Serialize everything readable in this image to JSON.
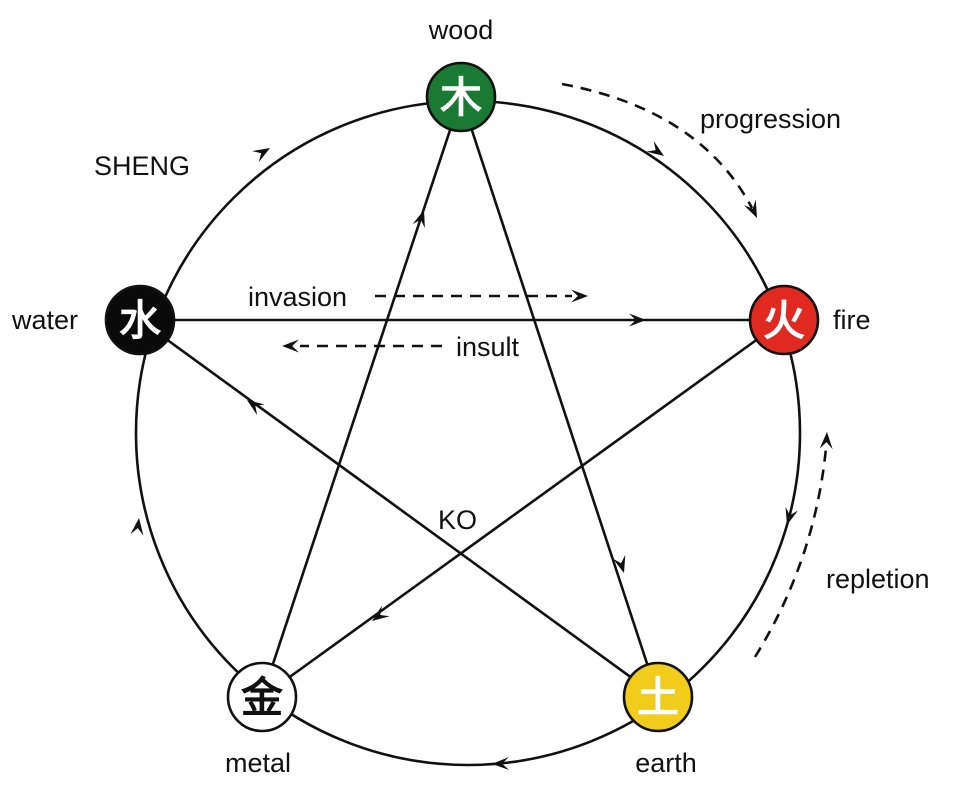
{
  "diagram": {
    "elements": [
      {
        "id": "wood",
        "label": "wood",
        "glyph": "木",
        "color": "#1a7a33",
        "glyph_color": "#ffffff"
      },
      {
        "id": "fire",
        "label": "fire",
        "glyph": "火",
        "color": "#e02a20",
        "glyph_color": "#ffffff"
      },
      {
        "id": "earth",
        "label": "earth",
        "glyph": "土",
        "color": "#f2cc1a",
        "glyph_color": "#ffffff"
      },
      {
        "id": "metal",
        "label": "metal",
        "glyph": "金",
        "color": "#ffffff",
        "glyph_color": "#111111"
      },
      {
        "id": "water",
        "label": "water",
        "glyph": "水",
        "color": "#0a0a0a",
        "glyph_color": "#ffffff"
      }
    ],
    "cycles": {
      "sheng": {
        "label": "SHENG",
        "order": [
          "wood",
          "fire",
          "earth",
          "metal",
          "water"
        ]
      },
      "ko": {
        "label": "KO",
        "edges": [
          [
            "wood",
            "earth"
          ],
          [
            "earth",
            "water"
          ],
          [
            "water",
            "fire"
          ],
          [
            "fire",
            "metal"
          ],
          [
            "metal",
            "wood"
          ]
        ]
      }
    },
    "annotations": {
      "progression": "progression",
      "repletion": "repletion",
      "invasion": "invasion",
      "insult": "insult"
    }
  }
}
